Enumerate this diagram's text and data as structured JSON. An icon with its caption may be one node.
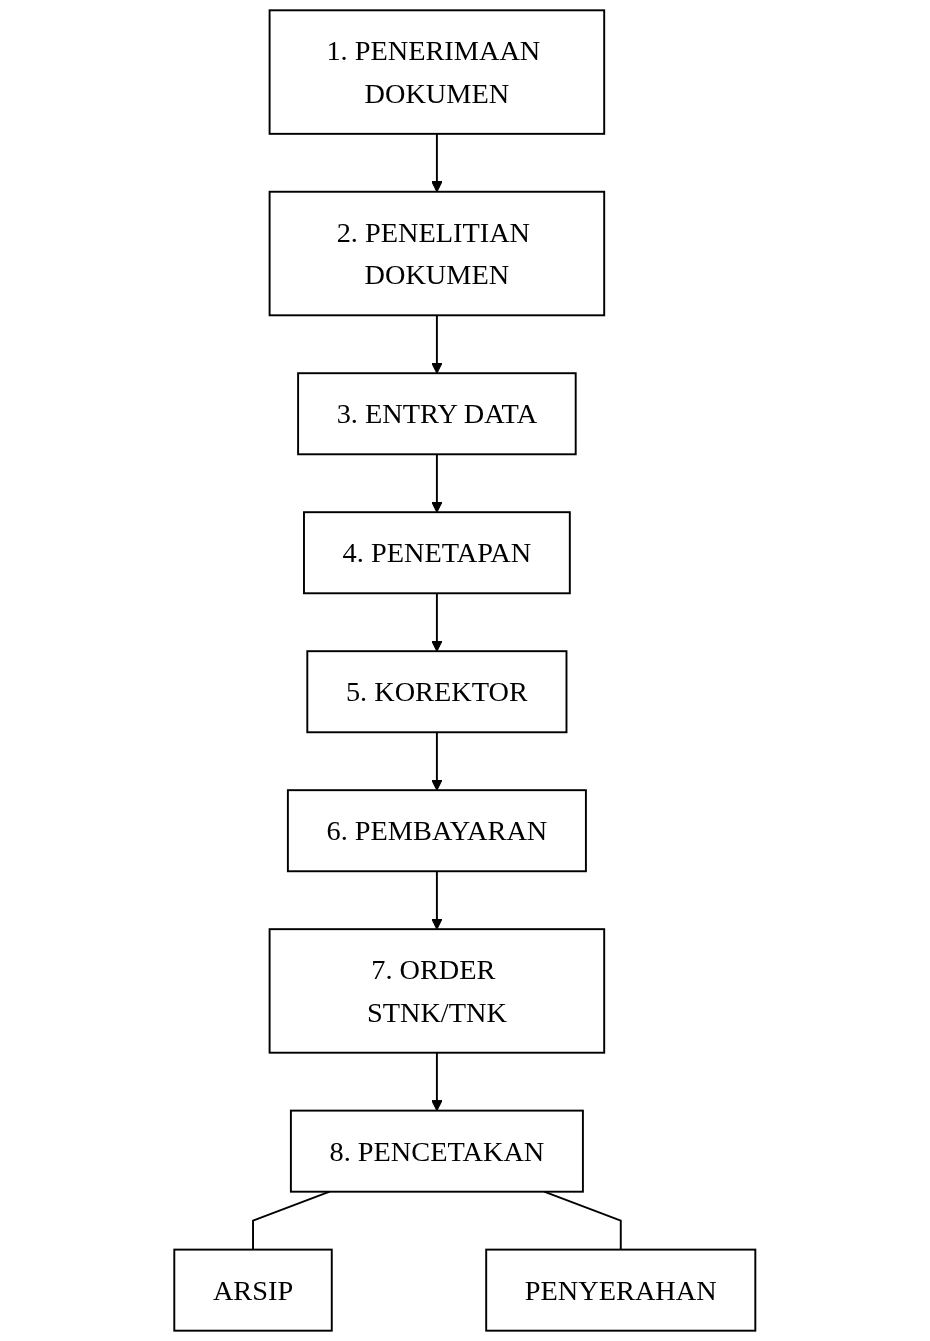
{
  "diagram": {
    "nodes": [
      {
        "text": [
          "1. PENERIMAAN DOKUMEN"
        ]
      },
      {
        "text": [
          "2. PENELITIAN DOKUMEN"
        ]
      },
      {
        "text": [
          "3. ENTRY DATA"
        ]
      },
      {
        "text": [
          "4. PENETAPAN"
        ]
      },
      {
        "text": [
          "5. KOREKTOR"
        ]
      },
      {
        "text": [
          "6. PEMBAYARAN"
        ]
      },
      {
        "text": [
          "7. ORDER STNK/TNK"
        ]
      },
      {
        "text": [
          "8. PENCETAKAN"
        ]
      },
      {
        "text": [
          "ARSIP"
        ]
      },
      {
        "text": [
          "PENYERAHAN"
        ]
      }
    ],
    "edges": [
      {
        "from": 0,
        "to": 1,
        "arrow": "to"
      },
      {
        "from": 1,
        "to": 2,
        "arrow": "to"
      },
      {
        "from": 2,
        "to": 3,
        "arrow": "to"
      },
      {
        "from": 3,
        "to": 4,
        "arrow": "to"
      },
      {
        "from": 4,
        "to": 5,
        "arrow": "to"
      },
      {
        "from": 5,
        "to": 6,
        "arrow": "to"
      },
      {
        "from": 6,
        "to": 7,
        "arrow": "to"
      },
      {
        "from": 7,
        "to": 8,
        "arrow": "none"
      },
      {
        "from": 7,
        "to": 9,
        "arrow": "none"
      }
    ]
  }
}
